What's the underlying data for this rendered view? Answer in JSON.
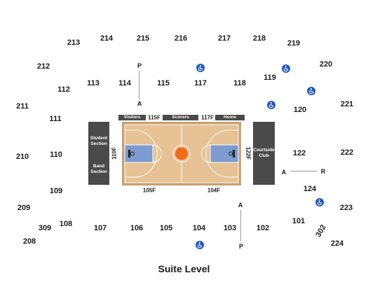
{
  "level_title": "Suite Level",
  "sections": {
    "s213": "213",
    "s214": "214",
    "s215": "215",
    "s216": "216",
    "s217": "217",
    "s218": "218",
    "s219": "219",
    "s212": "212",
    "s220": "220",
    "s112": "112",
    "s113": "113",
    "s114": "114",
    "s115": "115",
    "s117": "117",
    "s118": "118",
    "s119": "119",
    "s211": "211",
    "s111": "111",
    "s120": "120",
    "s221": "221",
    "s210": "210",
    "s110": "110",
    "s122": "122",
    "s222": "222",
    "s109": "109",
    "s124": "124",
    "s209": "209",
    "s223": "223",
    "s309": "309",
    "s108": "108",
    "s107": "107",
    "s106": "106",
    "s105": "105",
    "s104": "104",
    "s103": "103",
    "s102": "102",
    "s101": "101",
    "s302": "302",
    "s208": "208",
    "s224": "224"
  },
  "floor_sections": {
    "f115": "115F",
    "f117": "117F",
    "f110": "110F",
    "f122": "122F",
    "f105": "105F",
    "f104": "104F"
  },
  "court_bar": {
    "visitors": "Visitors",
    "scorers": "Scorers",
    "home": "Home"
  },
  "blocks": {
    "student_section": "Student Section",
    "band_section": "Band Section",
    "courtside_club": "Courtside Club"
  },
  "markers": {
    "p_top": "P",
    "a_top": "A",
    "a_right": "A",
    "r_right": "R",
    "a_bottom": "A",
    "p_bottom": "P"
  },
  "colors": {
    "court_wood": "#e6c294",
    "court_border": "#c9a070",
    "paint": "#7d9ccf",
    "ball": "#f26b1d",
    "block_gray": "#4a4a4a",
    "ada_blue": "#1f57c4"
  },
  "icons": {
    "accessible": "wheelchair-icon"
  }
}
